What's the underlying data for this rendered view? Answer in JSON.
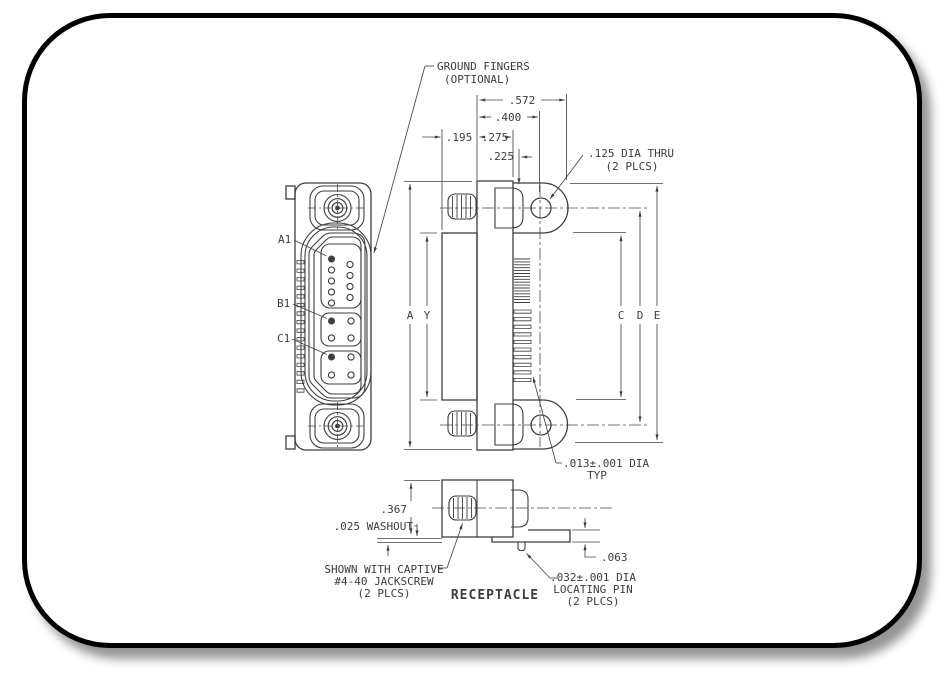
{
  "title": {
    "receptacle": "RECEPTACLE"
  },
  "callouts": {
    "ground_fingers_1": "GROUND FINGERS",
    "ground_fingers_2": "(OPTIONAL)",
    "dia_thru_1": ".125 DIA THRU",
    "dia_thru_2": "(2 PLCS)",
    "contact_dia_1": ".013±.001 DIA",
    "contact_dia_2": "TYP",
    "washout": ".025 WASHOUT",
    "jackscrew_1": "SHOWN WITH CAPTIVE",
    "jackscrew_2": "#4-40 JACKSCREW",
    "jackscrew_3": "(2 PLCS)",
    "locating_pin_1": ".032±.001 DIA",
    "locating_pin_2": "LOCATING PIN",
    "locating_pin_3": "(2 PLCS)"
  },
  "dims": {
    "d572": ".572",
    "d400": ".400",
    "d195": ".195",
    "d275": ".275",
    "d225": ".225",
    "d367": ".367",
    "d063": ".063",
    "A": "A",
    "Y": "Y",
    "C": "C",
    "D": "D",
    "E": "E"
  },
  "pins": {
    "a1": "A1",
    "b1": "B1",
    "c1": "C1"
  },
  "colors": {
    "line": "#3e3e3e",
    "text": "#3d3d3d",
    "frame": "#000000",
    "background": "#ffffff",
    "shadow": "rgba(0,0,0,0.42)"
  }
}
